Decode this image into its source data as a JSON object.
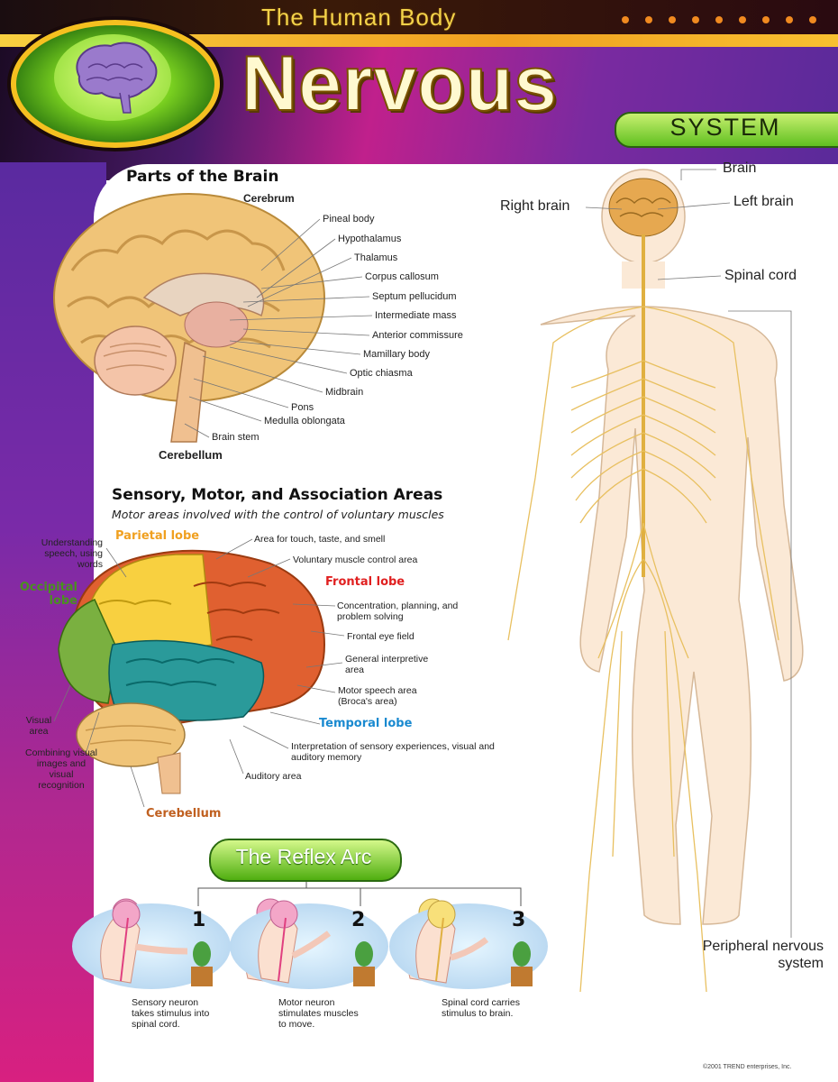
{
  "header": {
    "series_title": "The Human Body",
    "title": "Nervous",
    "subtitle": "SYSTEM"
  },
  "brain_parts": {
    "heading": "Parts of the Brain",
    "cerebrum": "Cerebrum",
    "cerebellum": "Cerebellum",
    "labels": [
      "Pineal body",
      "Hypothalamus",
      "Thalamus",
      "Corpus callosum",
      "Septum pellucidum",
      "Intermediate mass",
      "Anterior commissure",
      "Mamillary body",
      "Optic chiasma",
      "Midbrain",
      "Pons",
      "Medulla oblongata",
      "Brain stem"
    ]
  },
  "areas": {
    "heading": "Sensory, Motor, and Association Areas",
    "subheading": "Motor areas involved with the control of voluntary muscles",
    "parietal": "Parietal lobe",
    "occipital": "Occipital lobe",
    "frontal": "Frontal lobe",
    "temporal": "Temporal lobe",
    "cerebellum": "Cerebellum",
    "left_labels": {
      "speech": "Understanding speech, using words",
      "visual": "Visual area",
      "combining": "Combining visual images and visual recognition"
    },
    "right_labels": {
      "touch": "Area for touch, taste, and smell",
      "voluntary": "Voluntary muscle control area",
      "concentration": "Concentration, planning, and problem solving",
      "eye_field": "Frontal eye field",
      "interpretive": "General interpretive area",
      "broca": "Motor speech area (Broca's area)",
      "interpretation": "Interpretation of sensory experiences, visual and auditory memory",
      "auditory": "Auditory area"
    },
    "colors": {
      "parietal": "#f0b030",
      "occipital": "#5aa030",
      "frontal": "#e05020",
      "temporal": "#2a9090",
      "cerebellum_text": "#c06020",
      "frontal_text": "#e02020",
      "temporal_text": "#1a8ad0",
      "occipital_text": "#4a9020"
    }
  },
  "body": {
    "brain": "Brain",
    "right_brain": "Right brain",
    "left_brain": "Left brain",
    "spinal_cord": "Spinal cord",
    "peripheral": "Peripheral nervous system"
  },
  "reflex": {
    "title": "The Reflex Arc",
    "steps": [
      {
        "num": "1",
        "caption": "Sensory neuron takes stimulus into spinal cord."
      },
      {
        "num": "2",
        "caption": "Motor neuron stimulates muscles to move."
      },
      {
        "num": "3",
        "caption": "Spinal cord carries stimulus to brain."
      }
    ]
  },
  "copyright": "©2001 TREND enterprises, Inc."
}
